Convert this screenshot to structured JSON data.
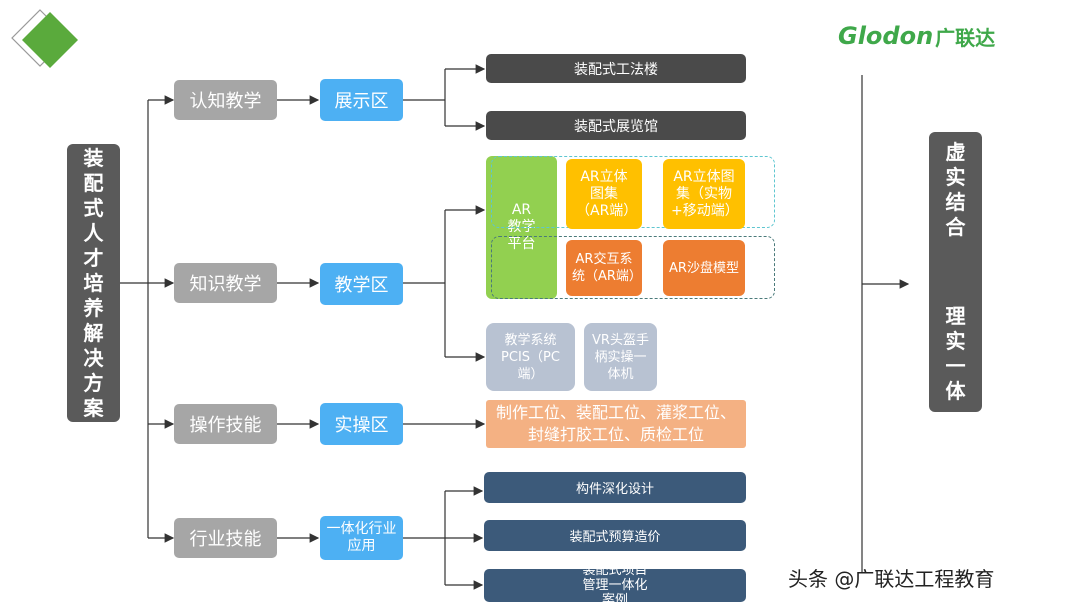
{
  "logo": {
    "brand": "Glodon",
    "cn": "广联达"
  },
  "left_title": "装配式人才培养解决方案",
  "categories": [
    {
      "label": "认知教学",
      "zone": "展示区"
    },
    {
      "label": "知识教学",
      "zone": "教学区"
    },
    {
      "label": "操作技能",
      "zone": "实操区"
    },
    {
      "label": "行业技能",
      "zone": "一体化行业应用"
    }
  ],
  "display_items": [
    "装配式工法楼",
    "装配式展览馆"
  ],
  "teaching": {
    "platform": "AR教学平台",
    "ar_items": [
      "AR立体图集（AR端）",
      "AR立体图集（实物+移动端）",
      "AR交互系统（AR端）",
      "AR沙盘模型"
    ],
    "pc_items": [
      "教学系统PCIS（PC端）",
      "VR头盔手柄实操一体机"
    ]
  },
  "practice_items": "制作工位、装配工位、灌浆工位、封缝打胶工位、质检工位",
  "industry_items": [
    "构件深化设计",
    "装配式预算造价",
    "装配式项目管理一体化案例"
  ],
  "right_title": {
    "top": "虚实结合",
    "bottom": "理实一体"
  },
  "watermark": "头条 @广联达工程教育",
  "colors": {
    "gray": "#a6a6a6",
    "blue": "#4db0f3",
    "dark": "#4a4a4a",
    "navy": "#3c5a7a",
    "yellow": "#ffc000",
    "orange": "#ed7d31",
    "green": "#92d050",
    "salmon": "#f4b183"
  }
}
